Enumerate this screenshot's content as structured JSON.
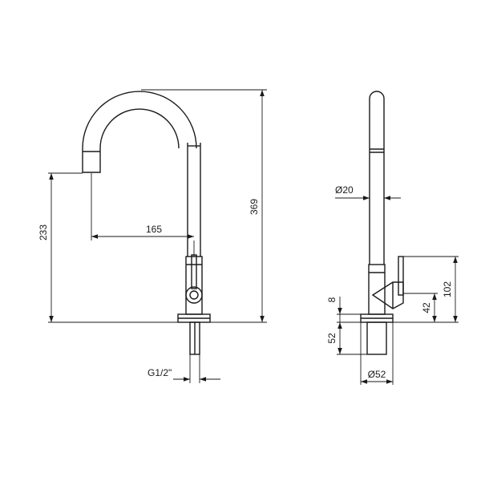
{
  "drawing": {
    "front_view": {
      "reach_label": "165",
      "spout_height_label": "233",
      "total_height_label": "369",
      "thread_label": "G1/2\""
    },
    "side_view": {
      "spout_diameter_label": "Ø20",
      "base_diameter_label": "Ø52",
      "handle_height_label": "102",
      "lever_height_label": "42",
      "flange_label": "8",
      "shank_label": "52"
    }
  },
  "colors": {
    "line": "#1a1a1a",
    "background": "#ffffff"
  }
}
